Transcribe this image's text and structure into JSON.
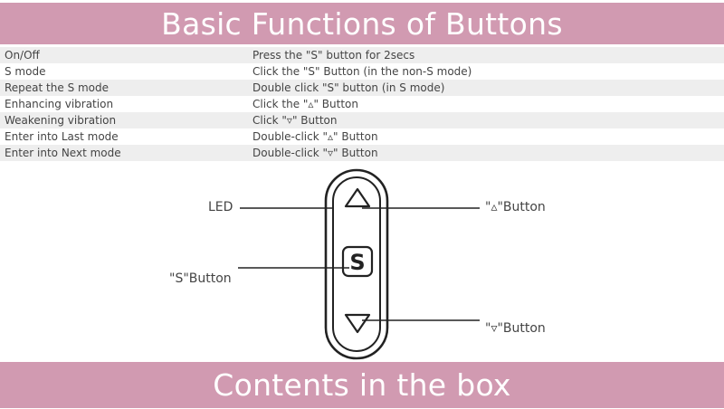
{
  "header": {
    "title": "Basic Functions of Buttons"
  },
  "functions": [
    {
      "name": "On/Off",
      "action": "Press the \"S\" button for 2secs"
    },
    {
      "name": "S mode",
      "action": "Click the \"S\" Button (in the non-S mode)"
    },
    {
      "name": "Repeat the S mode",
      "action": "Double click \"S\" button (in S mode)"
    },
    {
      "name": "Enhancing vibration",
      "action": "Click the \"▵\" Button"
    },
    {
      "name": "Weakening vibration",
      "action": "Click \"▿\" Button"
    },
    {
      "name": "Enter into Last mode",
      "action": "Double-click \"▵\" Button"
    },
    {
      "name": "Enter into Next mode",
      "action": "Double-click \"▿\" Button"
    }
  ],
  "diagram": {
    "led_label": "LED",
    "s_button_label": "\"S\"Button",
    "up_button_label": "\"▵\"Button",
    "down_button_label": "\"▿\"Button",
    "s_glyph": "S"
  },
  "footer": {
    "title": "Contents in the box"
  },
  "colors": {
    "banner": "#d19ab1",
    "row_alt": "#eeeeee",
    "text": "#444444",
    "line": "#222222"
  }
}
